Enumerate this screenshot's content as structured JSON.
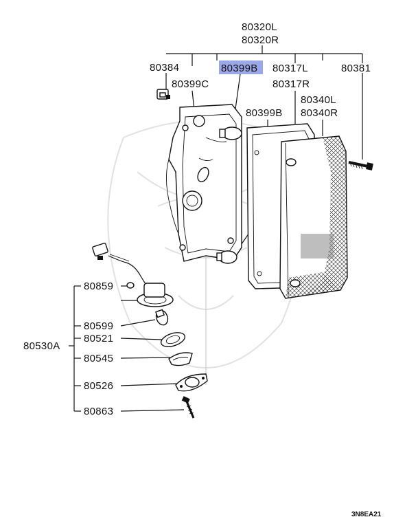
{
  "diagram": {
    "code": "3N8EA21",
    "highlight_color": "#9aa7e8",
    "callouts": {
      "p80320l": "80320L",
      "p80320r": "80320R",
      "p80384": "80384",
      "p80399b_top": "80399B",
      "p80317l": "80317L",
      "p80381": "80381",
      "p80399c": "80399C",
      "p80317r": "80317R",
      "p80340l": "80340L",
      "p80399b_mid": "80399B",
      "p80340r": "80340R",
      "p80859": "80859",
      "p80599": "80599",
      "p80521": "80521",
      "p80530a": "80530A",
      "p80545": "80545",
      "p80526": "80526",
      "p80863": "80863"
    }
  }
}
